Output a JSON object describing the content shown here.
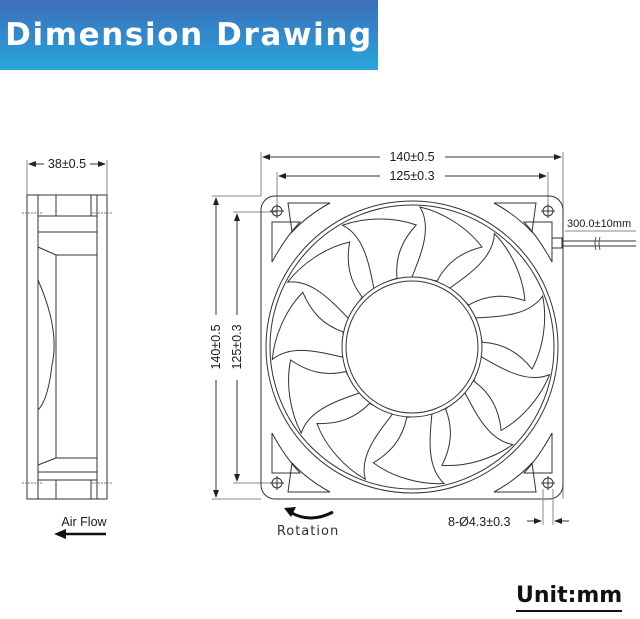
{
  "banner": {
    "title": "Dimension Drawing",
    "color_top": "#3d6fb8",
    "color_bottom": "#2aa6dc"
  },
  "side_view": {
    "depth_label": "38±0.5",
    "airflow_label": "Air Flow",
    "airflow_direction": "left"
  },
  "front_view": {
    "width_outer_label": "140±0.5",
    "width_hole_label": "125±0.3",
    "height_outer_label": "140±0.5",
    "height_hole_label": "125±0.3",
    "cable_label": "300.0±10mm",
    "holes_label": "8-Ø4.3±0.3",
    "rotation_label": "Rotation",
    "blade_count": 11
  },
  "unit_label": "Unit:mm"
}
